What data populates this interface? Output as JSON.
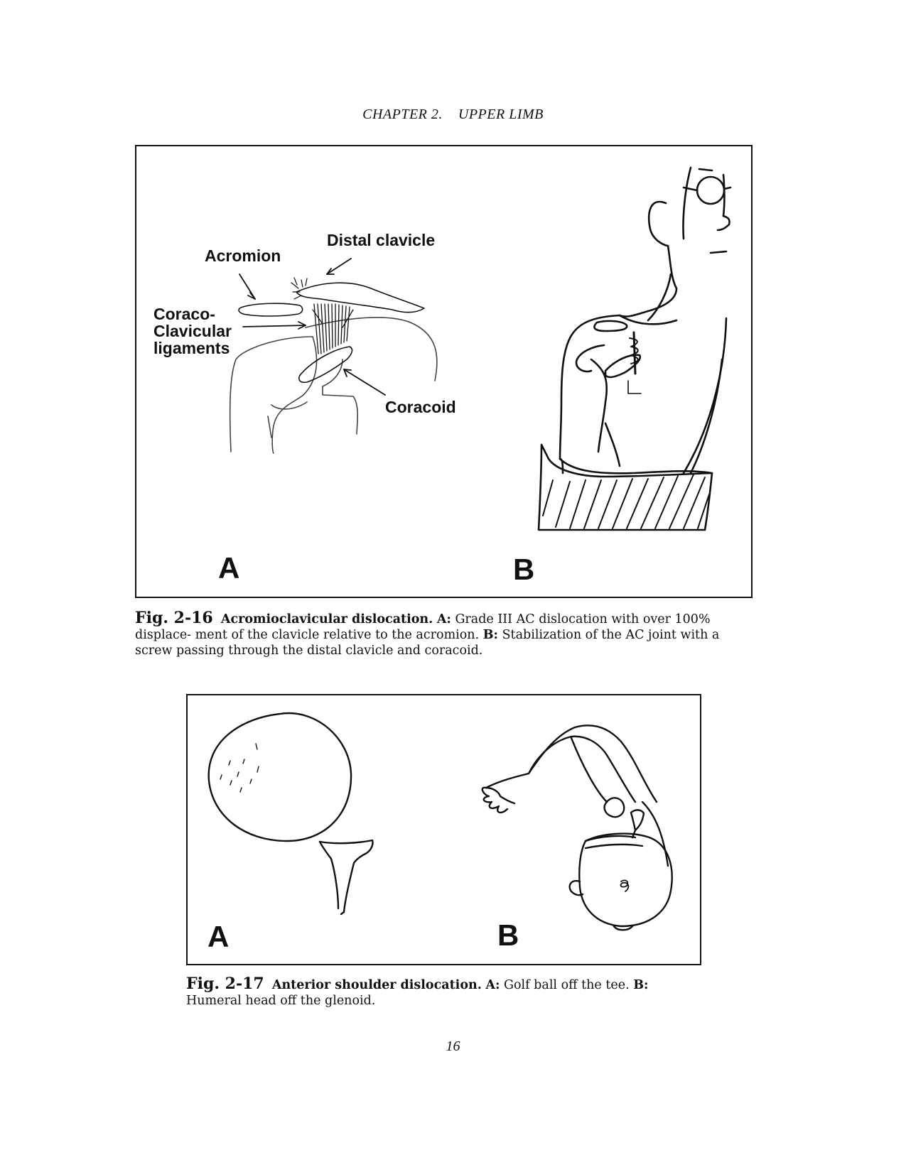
{
  "header": {
    "chapter": "CHAPTER 2.",
    "section": "UPPER LIMB"
  },
  "figure1": {
    "panel_a_letter": "A",
    "panel_b_letter": "B",
    "labels": {
      "acromion": "Acromion",
      "distal_clavicle": "Distal clavicle",
      "coraco_line1": "Coraco-",
      "coraco_line2": "Clavicular",
      "coraco_line3": "ligaments",
      "coracoid": "Coracoid"
    },
    "caption": {
      "number": "Fig. 2-16",
      "title": "Acromioclavicular dislocation.",
      "a_label": "A:",
      "a_text": "Grade III AC dislocation with over 100% displace- ment of the clavicle relative to the acromion.",
      "b_label": "B:",
      "b_text": "Stabilization of the AC joint with a screw passing through the distal clavicle and coracoid."
    }
  },
  "figure2": {
    "panel_a_letter": "A",
    "panel_b_letter": "B",
    "caption": {
      "number": "Fig. 2-17",
      "title": "Anterior shoulder dislocation.",
      "a_label": "A:",
      "a_text": "Golf ball off the tee.",
      "b_label": "B:",
      "b_text": "Humeral head off the glenoid."
    }
  },
  "page_number": "16"
}
